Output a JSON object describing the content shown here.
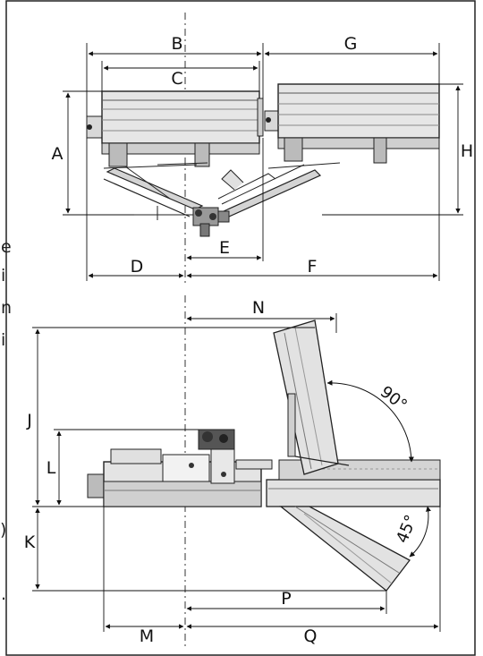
{
  "dimension_labels": {
    "A": "A",
    "B": "B",
    "C": "C",
    "D": "D",
    "E": "E",
    "F": "F",
    "G": "G",
    "H": "H",
    "J": "J",
    "K": "K",
    "L": "L",
    "M": "M",
    "N": "N",
    "P": "P",
    "Q": "Q"
  },
  "angles": {
    "up": "90°",
    "down": "45°"
  },
  "edge_text": {
    "left": [
      "e",
      "i",
      "n",
      "i",
      ")",
      "."
    ]
  }
}
